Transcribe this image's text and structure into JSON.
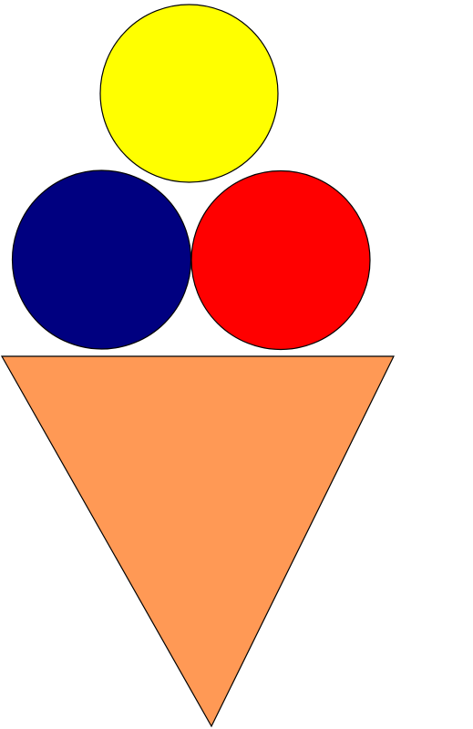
{
  "scene": {
    "background": "#ffffff",
    "outline_color": "#000000",
    "scoops": [
      {
        "name": "yellow-scoop",
        "color": "#ffff00"
      },
      {
        "name": "navy-scoop",
        "color": "#000080"
      },
      {
        "name": "red-scoop",
        "color": "#ff0000"
      }
    ],
    "cone": {
      "name": "cone",
      "color": "#ff9955"
    }
  }
}
